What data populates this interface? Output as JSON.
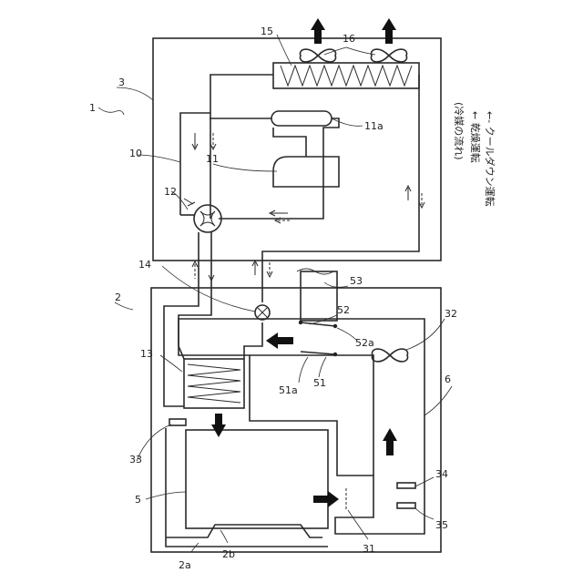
{
  "labels": {
    "n1": "1",
    "n2": "2",
    "n2a": "2a",
    "n2b": "2b",
    "n3": "3",
    "n5": "5",
    "n6": "6",
    "n10": "10",
    "n11": "11",
    "n11a": "11a",
    "n12": "12",
    "n13": "13",
    "n14": "14",
    "n15": "15",
    "n16": "16",
    "n31": "31",
    "n32": "32",
    "n33": "33",
    "n34": "34",
    "n35": "35",
    "n51": "51",
    "n51a": "51a",
    "n52": "52",
    "n52a": "52a",
    "n53": "53"
  },
  "legend": {
    "title": "(冷媒の流れ)",
    "line1": "← 乾燥運転",
    "line2": "←- クールダウン運転"
  }
}
